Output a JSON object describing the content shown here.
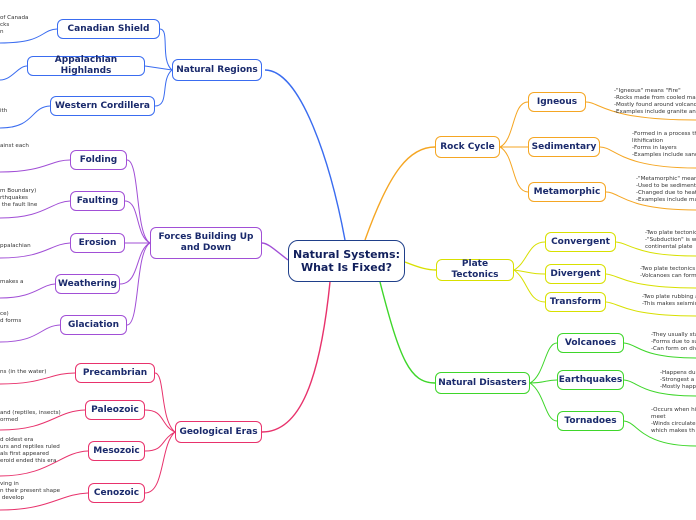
{
  "central": "Natural Systems:\nWhat Is Fixed?",
  "colors": {
    "natural_regions": "#3a6cf0",
    "forces": "#a14fd6",
    "eras": "#e8326c",
    "rock_cycle": "#f5a623",
    "plate_tectonics": "#d8e000",
    "natural_disasters": "#3ed62a"
  },
  "branches": {
    "natural_regions": {
      "label": "Natural Regions",
      "children": [
        {
          "label": "Canadian Shield",
          "note": "of Canada\ncks\nn"
        },
        {
          "label": "Appalachian Highlands",
          "note": ""
        },
        {
          "label": "Western Cordillera",
          "note": "ith"
        }
      ]
    },
    "forces": {
      "label": "Forces Building Up\nand Down",
      "children": [
        {
          "label": "Folding",
          "note": "ainst each"
        },
        {
          "label": "Faulting",
          "note": "m Boundary)\nrthquakes\n the fault line"
        },
        {
          "label": "Erosion",
          "note": "ppalachian"
        },
        {
          "label": "Weathering",
          "note": "makes a"
        },
        {
          "label": "Glaciation",
          "note": "ce)\nd forms"
        }
      ]
    },
    "eras": {
      "label": "Geological Eras",
      "children": [
        {
          "label": "Precambrian",
          "note": "ns (in the water)"
        },
        {
          "label": "Paleozoic",
          "note": "and (reptiles, insects)\normed"
        },
        {
          "label": "Mesozoic",
          "note": "d oldest era\nurs and reptiles ruled\nals first appeared\neroid ended this era"
        },
        {
          "label": "Cenozoic",
          "note": "ving in\nn their present shape\n develop"
        }
      ]
    },
    "rock_cycle": {
      "label": "Rock Cycle",
      "children": [
        {
          "label": "Igneous",
          "note": "-\"Igneous\" means \"Fire\"\n-Rocks made from cooled ma\n-Mostly found around volcano\n-Examples include granite and"
        },
        {
          "label": "Sedimentary",
          "note": "-Formed in a process th\nlithification\n-Forms in layers\n-Examples include sand"
        },
        {
          "label": "Metamorphic",
          "note": "-\"Metamorphic\" mean\n-Used to be sediment\n-Changed due to heat\n-Examples include ma"
        }
      ]
    },
    "plate_tectonics": {
      "label": "Plate Tectonics",
      "children": [
        {
          "label": "Convergent",
          "note": "-Two plate tectonic\n-\"Subduction\" is w\ncontinental plate"
        },
        {
          "label": "Divergent",
          "note": "-Two plate tectonics\n-Volcanoes can form"
        },
        {
          "label": "Transform",
          "note": "-Two plate rubbing a\n-This makes seismic"
        }
      ]
    },
    "natural_disasters": {
      "label": "Natural Disasters",
      "children": [
        {
          "label": "Volcanoes",
          "note": "-They usually sta\n-Forms due to su\n-Can form on div"
        },
        {
          "label": "Earthquakes",
          "note": "-Happens du\n-Strongest a\n-Mostly happ"
        },
        {
          "label": "Tornadoes",
          "note": "-Occurs when hi\nmeet\n-Winds circulate\nwhich makes th"
        }
      ]
    }
  }
}
